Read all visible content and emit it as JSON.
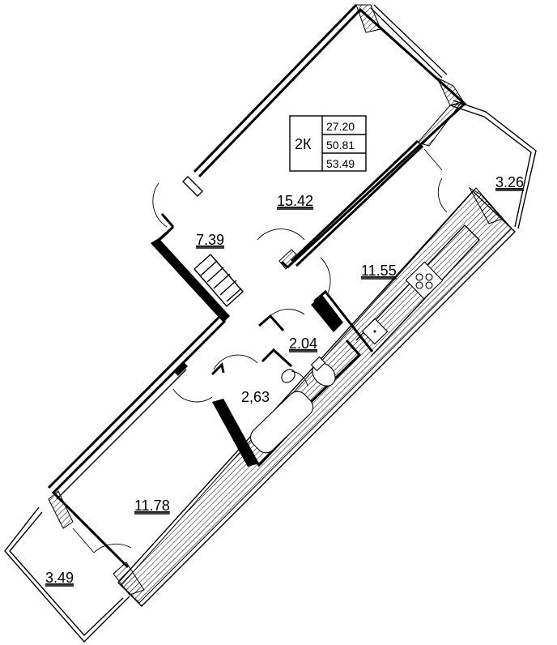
{
  "summary": {
    "rooms_code": "2К",
    "living_area": "27.20",
    "total_area": "50.81",
    "area_with_balconies": "53.49"
  },
  "rooms": {
    "room_large": "15.42",
    "hall": "7.39",
    "kitchen": "11.55",
    "balcony_top": "3.26",
    "toilet": "2.04",
    "bathroom": "2,63",
    "room_bottom": "11.78",
    "balcony_bottom": "3.49"
  }
}
